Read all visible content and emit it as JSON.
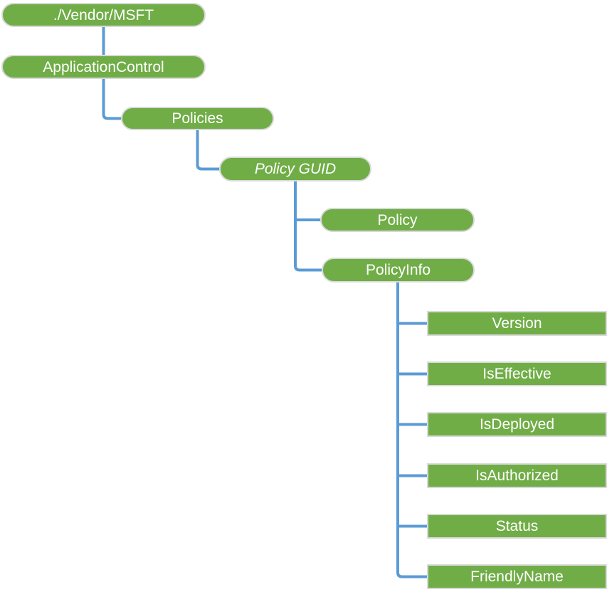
{
  "diagram": {
    "type": "tree",
    "colors": {
      "node_fill": "#70AD47",
      "node_border": "#D9D9D9",
      "node_text": "#FFFFFF",
      "connector": "#5B9BD5"
    },
    "tree": {
      "label": "./Vendor/MSFT",
      "children": [
        {
          "label": "ApplicationControl",
          "children": [
            {
              "label": "Policies",
              "children": [
                {
                  "label": "Policy GUID",
                  "emphasis": "italic",
                  "children": [
                    {
                      "label": "Policy"
                    },
                    {
                      "label": "PolicyInfo",
                      "children": [
                        {
                          "label": "Version"
                        },
                        {
                          "label": "IsEffective"
                        },
                        {
                          "label": "IsDeployed"
                        },
                        {
                          "label": "IsAuthorized"
                        },
                        {
                          "label": "Status"
                        },
                        {
                          "label": "FriendlyName"
                        }
                      ]
                    }
                  ]
                }
              ]
            }
          ]
        }
      ]
    }
  }
}
